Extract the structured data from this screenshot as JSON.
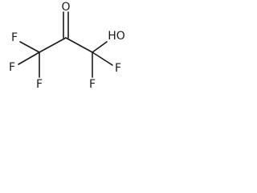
{
  "molecule": {
    "atoms": {
      "o_carbonyl": "O",
      "f_left_upper": "F",
      "f_left_middle": "F",
      "f_left_lower": "F",
      "oh": "HO",
      "f_right_lower_left": "F",
      "f_right_lower_right": "F"
    }
  }
}
